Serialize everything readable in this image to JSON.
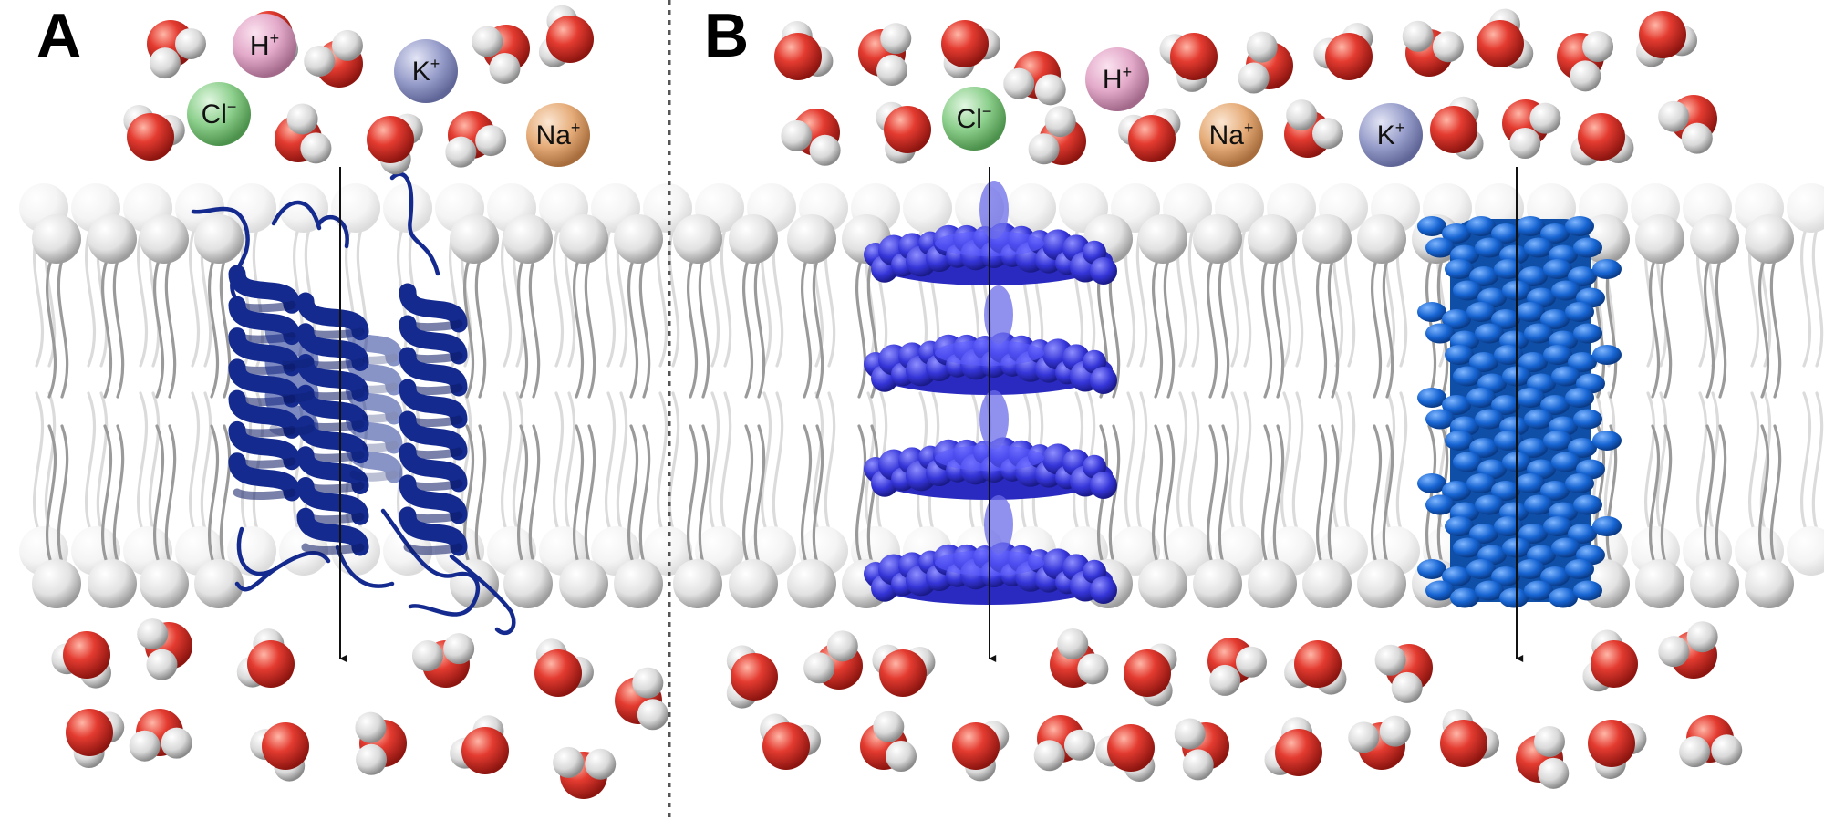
{
  "panels": [
    {
      "id": "A",
      "label": "A"
    },
    {
      "id": "B",
      "label": "B"
    }
  ],
  "ions": {
    "h": {
      "name": "H",
      "charge": "+",
      "color": "#e3a9c9"
    },
    "k": {
      "name": "K",
      "charge": "+",
      "color": "#9aa0cc"
    },
    "cl": {
      "name": "Cl",
      "charge": "−",
      "color": "#8ccf8c"
    },
    "na": {
      "name": "Na",
      "charge": "+",
      "color": "#e6ad7a"
    }
  },
  "colors": {
    "water_oxygen": "#e43b30",
    "water_hydrogen": "#dddddd",
    "lipid_head": "#e6e6e6",
    "lipid_tail": "#9a9a9a",
    "protein_helix": "#142a8f",
    "porphyrin_stack": "#3535d8",
    "dna_helix": "#1664d2"
  },
  "icons": {
    "water": "water-molecule-icon",
    "lipid": "phospholipid-icon",
    "protein": "alpha-helical-protein-icon",
    "porphyrin": "porphyrin-stack-icon",
    "dna": "dna-nanopore-icon"
  }
}
